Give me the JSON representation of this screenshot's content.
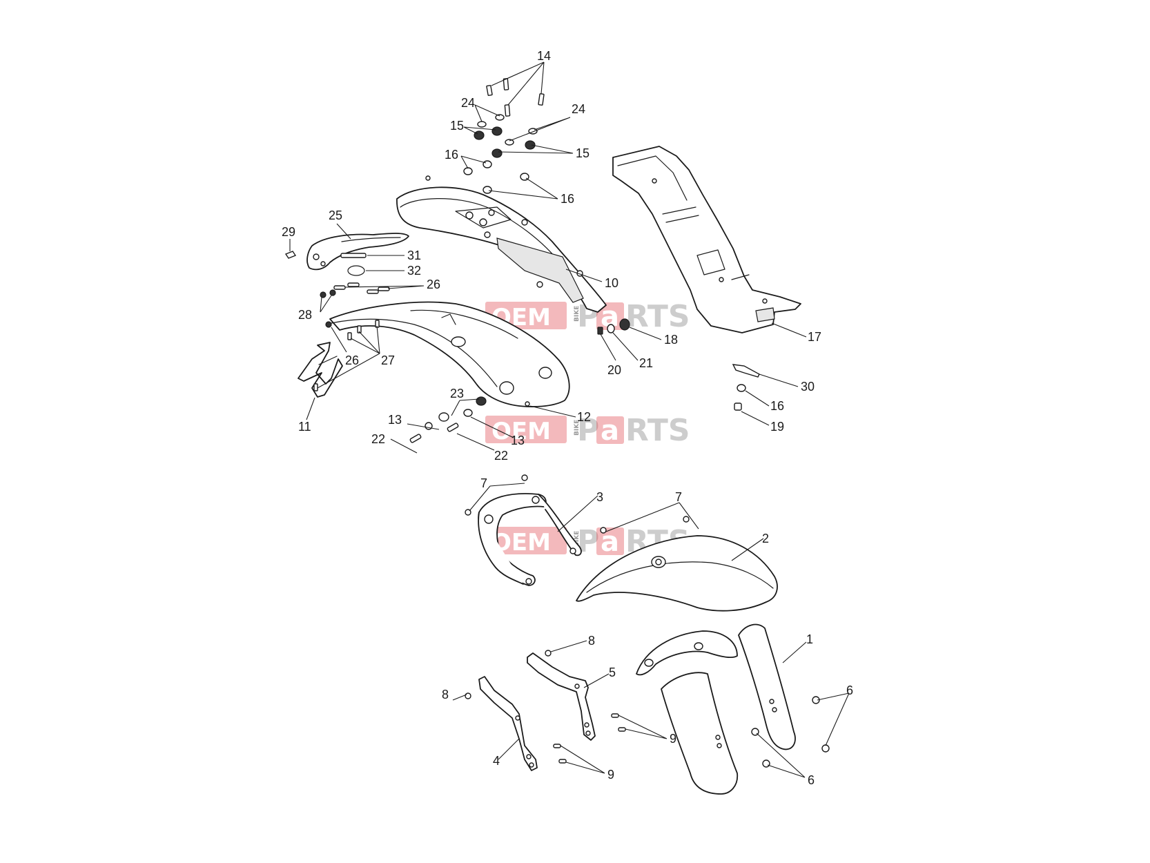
{
  "callouts": {
    "c14": "14",
    "c24a": "24",
    "c24b": "24",
    "c15a": "15",
    "c15b": "15",
    "c16a": "16",
    "c16b": "16",
    "c16c": "16",
    "c25": "25",
    "c29": "29",
    "c31": "31",
    "c32": "32",
    "c26a": "26",
    "c26b": "26",
    "c28": "28",
    "c27": "27",
    "c10": "10",
    "c17": "17",
    "c18": "18",
    "c20": "20",
    "c21": "21",
    "c30": "30",
    "c19": "19",
    "c11": "11",
    "c23": "23",
    "c12": "12",
    "c13a": "13",
    "c13b": "13",
    "c22a": "22",
    "c22b": "22",
    "c7a": "7",
    "c7b": "7",
    "c3": "3",
    "c2": "2",
    "c1": "1",
    "c8a": "8",
    "c8b": "8",
    "c5": "5",
    "c4": "4",
    "c9a": "9",
    "c9b": "9",
    "c6a": "6",
    "c6b": "6"
  },
  "watermark": {
    "brand_left": "OEM",
    "brand_small": "BIKE",
    "brand_right_a": "P",
    "brand_right_b": "a",
    "brand_right_c": "RTS"
  }
}
